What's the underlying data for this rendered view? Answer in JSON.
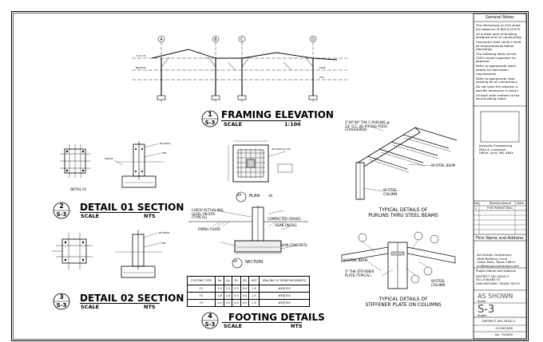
{
  "general_notes": {
    "title": "General Notes",
    "items": [
      "The dimensions on this sheet are based on IS 800 & IS 875",
      "All is steel work of building designed prior to construction",
      "Contractor shall verify in field all measurements before fabrication",
      "The following items will be 100% visual inspection for approval",
      "Refer to appropriate sheet details for fabrication requirements",
      "Refer to appropriate shop drawing for all connections",
      "Do not scale the drawing, a specific dimension is shown",
      "All work shall conform to the local building codes"
    ]
  },
  "engineer": {
    "lines": [
      "Jacquelin Engineering",
      "PAK-LA, Lawrence",
      "Office: (xxx) 361-4834"
    ]
  },
  "revisions": {
    "headers": [
      "No.",
      "Revision/Issue",
      "Date"
    ],
    "first_row": [
      "1",
      "FOR PERMITTING",
      ""
    ]
  },
  "firm": {
    "label": "Firm Name and Address",
    "lines": [
      "Ani Design Contractors",
      "2818 Bellamy Circle",
      "Cedar Point, Texas 75813",
      "ani@designcontractors.com"
    ]
  },
  "project": {
    "label": "Project Name and Address",
    "lines": [
      "DISTRICT 3A1 BLDG 2",
      "301 A BLAKE ST",
      "SAN ANTONIO, TEXAS 78215"
    ]
  },
  "scale_block": {
    "value": "AS SHOWN",
    "label": "Scale"
  },
  "sheet_block": {
    "value": "S-3",
    "label": "Sheet"
  },
  "bottom_block": {
    "project": "DISTRICT 3A1 BLDG 2",
    "date": "11/16/2006",
    "number": "No. 750000",
    "labels": [
      "Project",
      "Date",
      "Drawing No."
    ]
  },
  "sections": {
    "framing": {
      "num": "1",
      "sheet": "S-3",
      "title": "FRAMING ELEVATION",
      "scale_label": "SCALE",
      "scale_value": "1:100"
    },
    "detail01": {
      "num": "2",
      "sheet": "S-3",
      "title": "DETAIL 01 SECTION",
      "scale_label": "SCALE",
      "scale_value": "NTS"
    },
    "detail02": {
      "num": "3",
      "sheet": "S-3",
      "title": "DETAIL 02 SECTION",
      "scale_label": "SCALE",
      "scale_value": "NTS"
    },
    "footing": {
      "num": "4",
      "sheet": "S-3",
      "title": "FOOTING DETAILS",
      "scale_label": "SCALE",
      "scale_value": "NTS"
    }
  },
  "grid_labels": [
    "A",
    "B",
    "C",
    "D"
  ],
  "plan": {
    "tag": "3A",
    "label": "PLAN",
    "tag2": "3A"
  },
  "section_ref": {
    "tag": "3A",
    "label": "SECTION"
  },
  "detail_label": "DETAIL 01",
  "purlin": {
    "note": "2\"X6\"X8\" THK C-PURLINS @ 24\" O.C. W/ #3 SAG RODS (STAGGERED)",
    "beam": "W-STEEL BEAM",
    "column": "W-STEEL COLUMN",
    "caption": [
      "TYPICAL DETAILS OF",
      "PURLINS THRU STEEL BEAMS"
    ]
  },
  "stiffener": {
    "beam": "W-STEEL BEAM",
    "plate": "3\" THK STIFFENER PLATE (TYPICAL)",
    "column": "W-STEEL COLUMN",
    "caption": [
      "TYPICAL DETAILS OF",
      "STIFFENER PLATE ON COLUMNS"
    ]
  },
  "footing_notes": [
    "CHECK ACTUAL NGL LEVEL ON SITE (TYPICAL)",
    "COMPACTED GRAVEL",
    "SLAB ON FILL",
    "FINISH FLOOR",
    "LEAN CONCRETE"
  ],
  "schedule": {
    "headers": [
      "FOOTING TYPE",
      "Dx",
      "Dy",
      "D1",
      "D2",
      "HGT",
      "SPACING OF REINFORCEMENTS"
    ],
    "rows": [
      [
        "F1",
        "1.5",
        "1.5",
        "0.3",
        "0.5",
        "1.5",
        "#5@150"
      ],
      [
        "F2",
        "1.8",
        "1.8",
        "0.3",
        "0.5",
        "1.5",
        "#5@150"
      ],
      [
        "F3",
        "2.0",
        "2.0",
        "0.3",
        "0.5",
        "1.5",
        "#5@150"
      ]
    ]
  }
}
